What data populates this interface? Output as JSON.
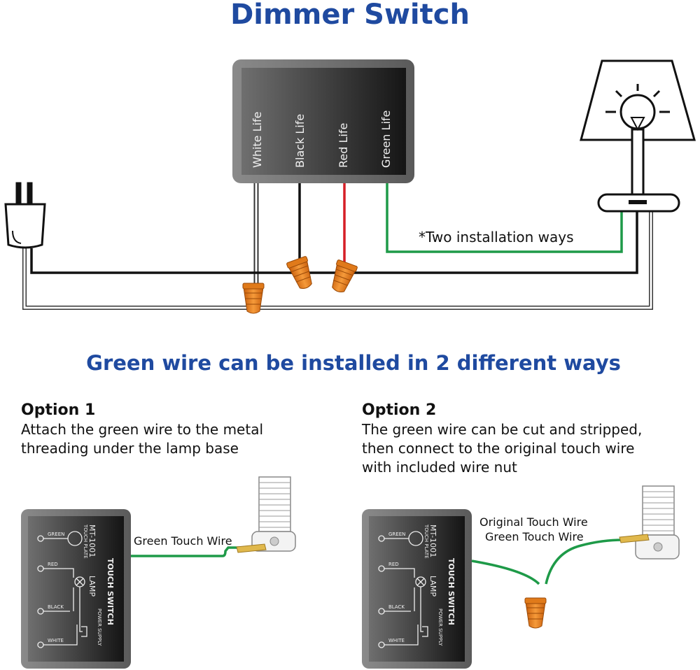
{
  "title": "Dimmer Switch",
  "dimmer": {
    "labels": [
      "White Life",
      "Black Life",
      "Red Life",
      "Green Life"
    ]
  },
  "note": "*Two installation ways",
  "subtitle": "Green wire can be installed in 2 different ways",
  "option1": {
    "heading": "Option 1",
    "lines": [
      "Attach the green wire to the metal",
      "threading under the lamp base"
    ],
    "wire_label": "Green Touch Wire"
  },
  "option2": {
    "heading": "Option 2",
    "lines": [
      "The green wire can be cut and stripped,",
      "then connect to the original touch wire",
      "with included wire nut"
    ],
    "wire_label_1": "Original Touch Wire",
    "wire_label_2": "Green Touch Wire"
  },
  "touch_switch": {
    "title": "TOUCH SWITCH",
    "model": "MT-1001",
    "touch_plate": "TOUCH PLATE",
    "lamp": "LAMP",
    "power": "POWER SUPPLY",
    "terminals": [
      "GREEN",
      "RED",
      "BLACK",
      "WHITE"
    ]
  },
  "colors": {
    "title_blue": "#1f4aa0",
    "wire_green": "#1e9a48",
    "wire_red": "#d61f26",
    "wire_nut_orange": "#e8801e"
  }
}
